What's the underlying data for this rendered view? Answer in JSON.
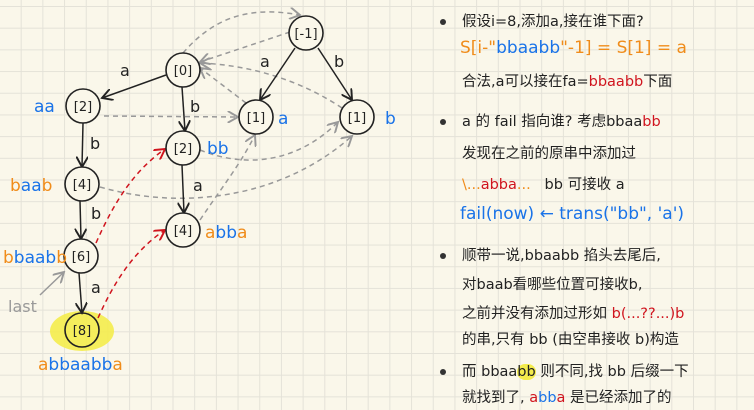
{
  "colors": {
    "orange": "#f08c1a",
    "blue": "#1a73e8",
    "red": "#d0141e",
    "black": "#222222",
    "gray": "#8a8a8a",
    "highlight": "#f4ec4c"
  },
  "nodes": {
    "neg1": "[-1]",
    "zero": "[0]",
    "two_left": "[2]",
    "one_a": "[1]",
    "one_b": "[1]",
    "two_bb": "[2]",
    "four_left": "[4]",
    "four_abba": "[4]",
    "six": "[6]",
    "eight": "[8]"
  },
  "edge_labels": {
    "zero_two": "a",
    "zero_twobb": "b",
    "neg1_onea": "a",
    "neg1_oneb": "b",
    "two_four": "b",
    "four_six": "b",
    "six_eight": "a",
    "twobb_fourabba": "a"
  },
  "last_label": "last",
  "node_strings": {
    "aa": [
      {
        "t": "aa",
        "c": "blue"
      }
    ],
    "baab": [
      {
        "t": "b",
        "c": "orange"
      },
      {
        "t": "aa",
        "c": "blue"
      },
      {
        "t": "b",
        "c": "orange"
      }
    ],
    "bbaabb": [
      {
        "t": "b",
        "c": "orange"
      },
      {
        "t": "baab",
        "c": "blue"
      },
      {
        "t": "b",
        "c": "orange"
      }
    ],
    "abbaabba": [
      {
        "t": "a",
        "c": "orange"
      },
      {
        "t": "bbaabb",
        "c": "blue"
      },
      {
        "t": "a",
        "c": "orange"
      }
    ],
    "abba": [
      {
        "t": "a",
        "c": "orange"
      },
      {
        "t": "bb",
        "c": "blue"
      },
      {
        "t": "a",
        "c": "orange"
      }
    ],
    "bb": [
      {
        "t": "bb",
        "c": "blue"
      }
    ],
    "a": [
      {
        "t": "a",
        "c": "blue"
      }
    ],
    "b": [
      {
        "t": "b",
        "c": "blue"
      }
    ]
  },
  "notes": [
    [
      {
        "t": "假设i=8,添加a,接在谁下面?",
        "c": "black"
      }
    ],
    [
      {
        "t": "S[i-\"",
        "c": "orange"
      },
      {
        "t": "bbaabb",
        "c": "blue"
      },
      {
        "t": "\"-1] = S[1] = a",
        "c": "orange"
      }
    ],
    [
      {
        "t": "合法,a可以接在fa=",
        "c": "black"
      },
      {
        "t": "bbaabb",
        "c": "red"
      },
      {
        "t": "下面",
        "c": "black"
      }
    ],
    [
      {
        "t": "a 的 fail 指向谁? 考虑bbaa",
        "c": "black"
      },
      {
        "t": "bb",
        "c": "red"
      }
    ],
    [
      {
        "t": "发现在之前的原串中添加过",
        "c": "black"
      }
    ],
    [
      {
        "t": "\\...",
        "c": "orange"
      },
      {
        "t": "abba",
        "c": "red"
      },
      {
        "t": "...",
        "c": "orange"
      },
      {
        "t": "   bb 可接收 a",
        "c": "black"
      }
    ],
    [
      {
        "t": "fail(now) ← trans(\"bb\", 'a')",
        "c": "blue"
      }
    ],
    [
      {
        "t": "顺带一说,bbaabb 掐头去尾后,",
        "c": "black"
      }
    ],
    [
      {
        "t": "对baab看哪些位置可接收b,",
        "c": "black"
      }
    ],
    [
      {
        "t": "之前并没有添加过形如 ",
        "c": "black"
      },
      {
        "t": "b(...??...)b",
        "c": "red"
      }
    ],
    [
      {
        "t": "的串,只有 bb (由空串接收 b)构造",
        "c": "black"
      }
    ],
    [
      {
        "t": "而 bbaa",
        "c": "black"
      },
      {
        "t": "bb",
        "c": "black",
        "hl": true
      },
      {
        "t": " 则不同,找 bb 后缀一下",
        "c": "black"
      }
    ],
    [
      {
        "t": "就找到了, ",
        "c": "black"
      },
      {
        "t": "a",
        "c": "red"
      },
      {
        "t": "bb",
        "c": "blue"
      },
      {
        "t": "a",
        "c": "red"
      },
      {
        "t": " 是已经添加了的",
        "c": "black"
      }
    ]
  ]
}
